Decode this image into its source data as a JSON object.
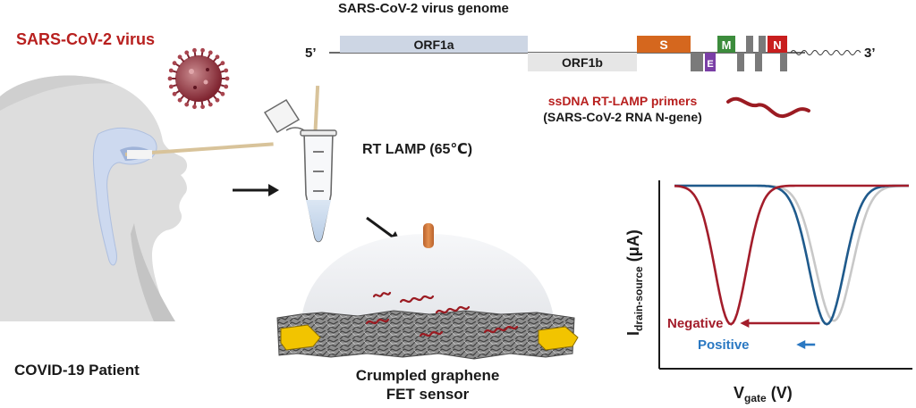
{
  "virus": {
    "title": "SARS-CoV-2 virus"
  },
  "patient": {
    "label": "COVID-19 Patient"
  },
  "genome": {
    "title": "SARS-CoV-2 virus genome",
    "five_prime": "5’",
    "three_prime": "3’",
    "orf1a": "ORF1a",
    "orf1b": "ORF1b",
    "s": "S",
    "e": "E",
    "m": "M",
    "n": "N"
  },
  "primers": {
    "line1": "ssDNA RT-LAMP primers",
    "line2": "(SARS-CoV-2 RNA N-gene)"
  },
  "lamp": {
    "label": "RT LAMP (65℃)"
  },
  "sensor": {
    "line1": "Crumpled graphene",
    "line2": "FET sensor"
  },
  "chart_data": {
    "type": "line",
    "xlabel_main": "V",
    "xlabel_sub": "gate",
    "xlabel_unit": " (V)",
    "ylabel_main": "I",
    "ylabel_sub": "drain-source",
    "ylabel_unit": " (μA)",
    "legend": {
      "negative": "Negative",
      "positive": "Positive"
    },
    "series": [
      {
        "name": "baseline",
        "color": "#c8c8c8",
        "dirac": 0.68,
        "width": 0.11,
        "depth": 0.78
      },
      {
        "name": "Positive",
        "color": "#1f5a8c",
        "dirac": 0.65,
        "width": 0.105,
        "depth": 0.8
      },
      {
        "name": "Negative",
        "color": "#a31d2b",
        "dirac": 0.24,
        "width": 0.095,
        "depth": 0.8
      }
    ],
    "arrows": [
      {
        "series": "Negative",
        "color": "#a31d2b",
        "from": 0.62,
        "to": 0.28
      },
      {
        "series": "Positive",
        "color": "#2a78c2",
        "from": 0.6,
        "to": 0.52
      }
    ]
  },
  "colors": {
    "accent_red": "#b8201f",
    "orf1a": "#cdd6e4",
    "orf1b": "#e6e6e6",
    "s_gene": "#d5671e",
    "m_gene": "#3c8c3c",
    "e_gene": "#7a3fa6",
    "n_gene": "#c81e1e",
    "gray_gene": "#7a7a7a",
    "electrode": "#f2c400",
    "swab": "#d8c39a"
  }
}
